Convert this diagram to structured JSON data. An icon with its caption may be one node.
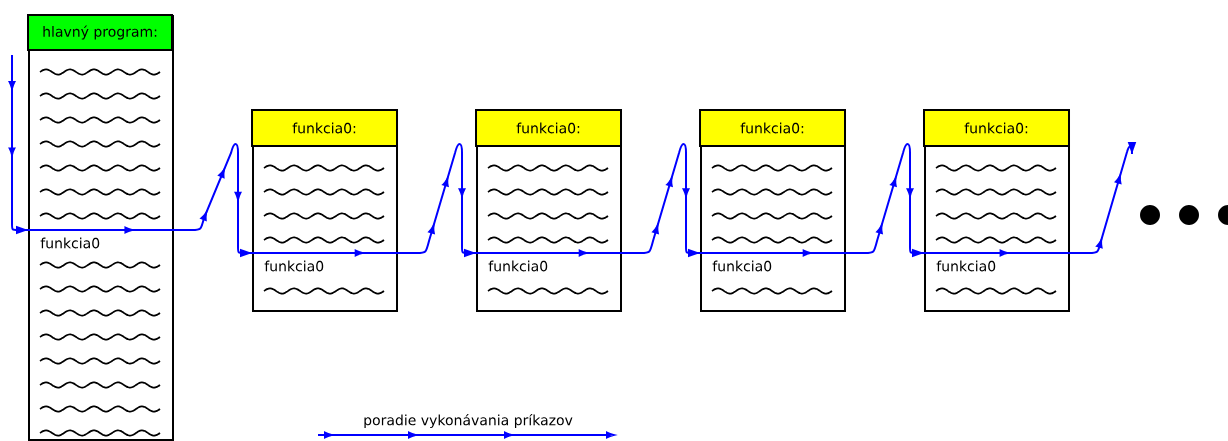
{
  "diagram": {
    "nodes": [
      {
        "text": [
          "hlavný program:",
          "funkcia0"
        ]
      },
      {
        "text": [
          "funkcia0:",
          "funkcia0"
        ]
      },
      {
        "text": [
          "funkcia0:",
          "funkcia0"
        ]
      },
      {
        "text": [
          "funkcia0:",
          "funkcia0"
        ]
      },
      {
        "text": [
          "funkcia0:",
          "funkcia0"
        ]
      }
    ],
    "edges": [
      {
        "from": null,
        "to": 0,
        "arrow": "to"
      },
      {
        "from": 0,
        "to": 1,
        "arrow": "to"
      },
      {
        "from": 1,
        "to": 2,
        "arrow": "to"
      },
      {
        "from": 2,
        "to": 3,
        "arrow": "to"
      },
      {
        "from": 3,
        "to": 4,
        "arrow": "to"
      },
      {
        "from": 4,
        "to": null,
        "arrow": "to"
      }
    ],
    "legend": [
      {
        "text": "poradie vykonávania príkazov"
      }
    ]
  }
}
